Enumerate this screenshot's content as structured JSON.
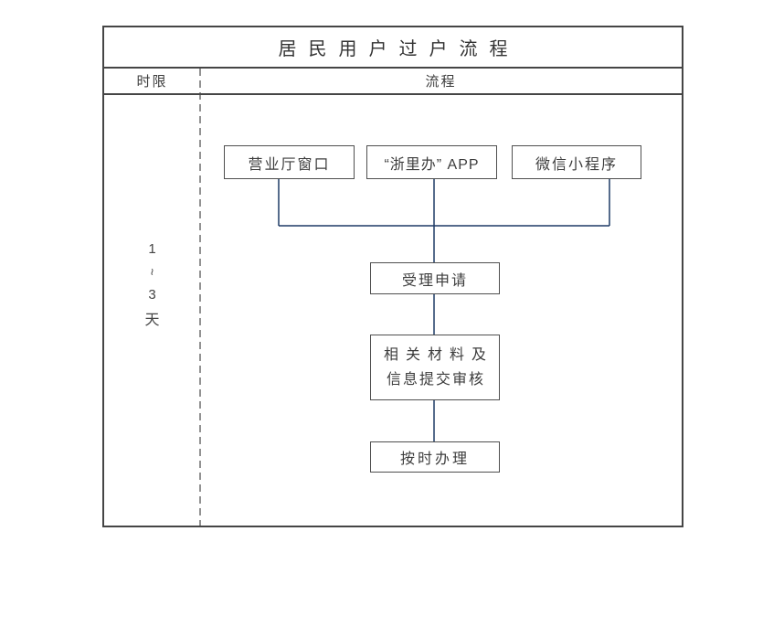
{
  "diagram": {
    "title": "居民用户过户流程",
    "header": {
      "time_column": "时限",
      "process_column": "流程"
    },
    "time_limit": {
      "chars": [
        "1",
        "~",
        "3",
        "天"
      ]
    },
    "channels": [
      {
        "label": "营业厅窗口"
      },
      {
        "label": "“浙里办” APP"
      },
      {
        "label": "微信小程序"
      }
    ],
    "steps": [
      {
        "label": "受理申请"
      },
      {
        "label_line1": "相关材料及",
        "label_line2": "信息提交审核"
      },
      {
        "label": "按时办理"
      }
    ],
    "colors": {
      "connector": "#1e3a66",
      "frame_border": "#454545",
      "box_border": "#4f4f4f",
      "divider_dashed": "#4a4a4a",
      "text": "#3d3d3d"
    }
  }
}
